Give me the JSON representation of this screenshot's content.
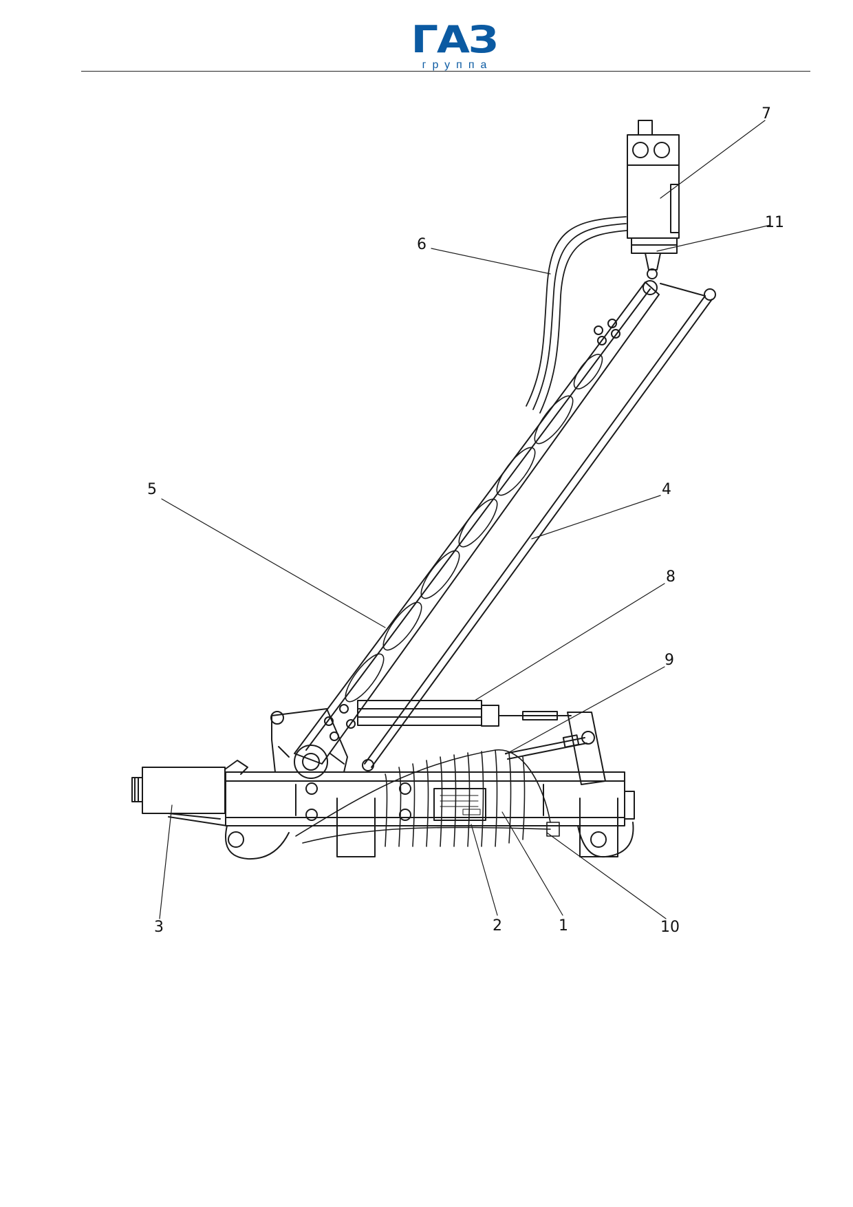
{
  "header": {
    "logo_word": "ГАЗ",
    "logo_sub": "группа",
    "brand_color": "#0b5aa2"
  },
  "drawing": {
    "callouts": [
      "1",
      "2",
      "3",
      "4",
      "5",
      "6",
      "7",
      "8",
      "9",
      "10",
      "11"
    ]
  }
}
